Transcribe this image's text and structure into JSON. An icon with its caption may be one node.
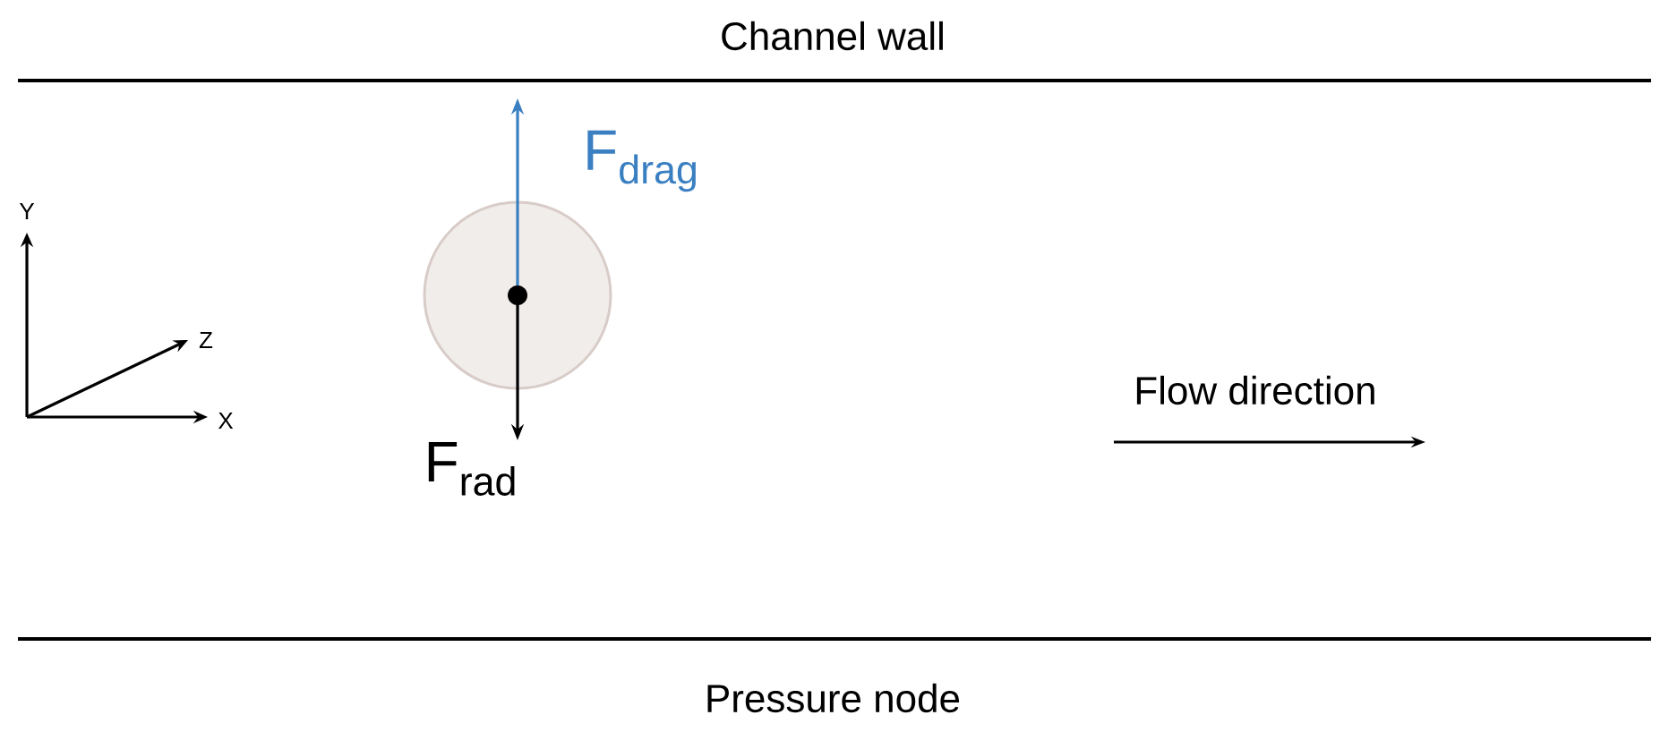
{
  "diagram": {
    "labels": [
      "Channel wall",
      "F$_{drag}$",
      "Y",
      "Z",
      "Flow direction",
      "X",
      "F$_{rad}$",
      "Pressure node"
    ]
  }
}
